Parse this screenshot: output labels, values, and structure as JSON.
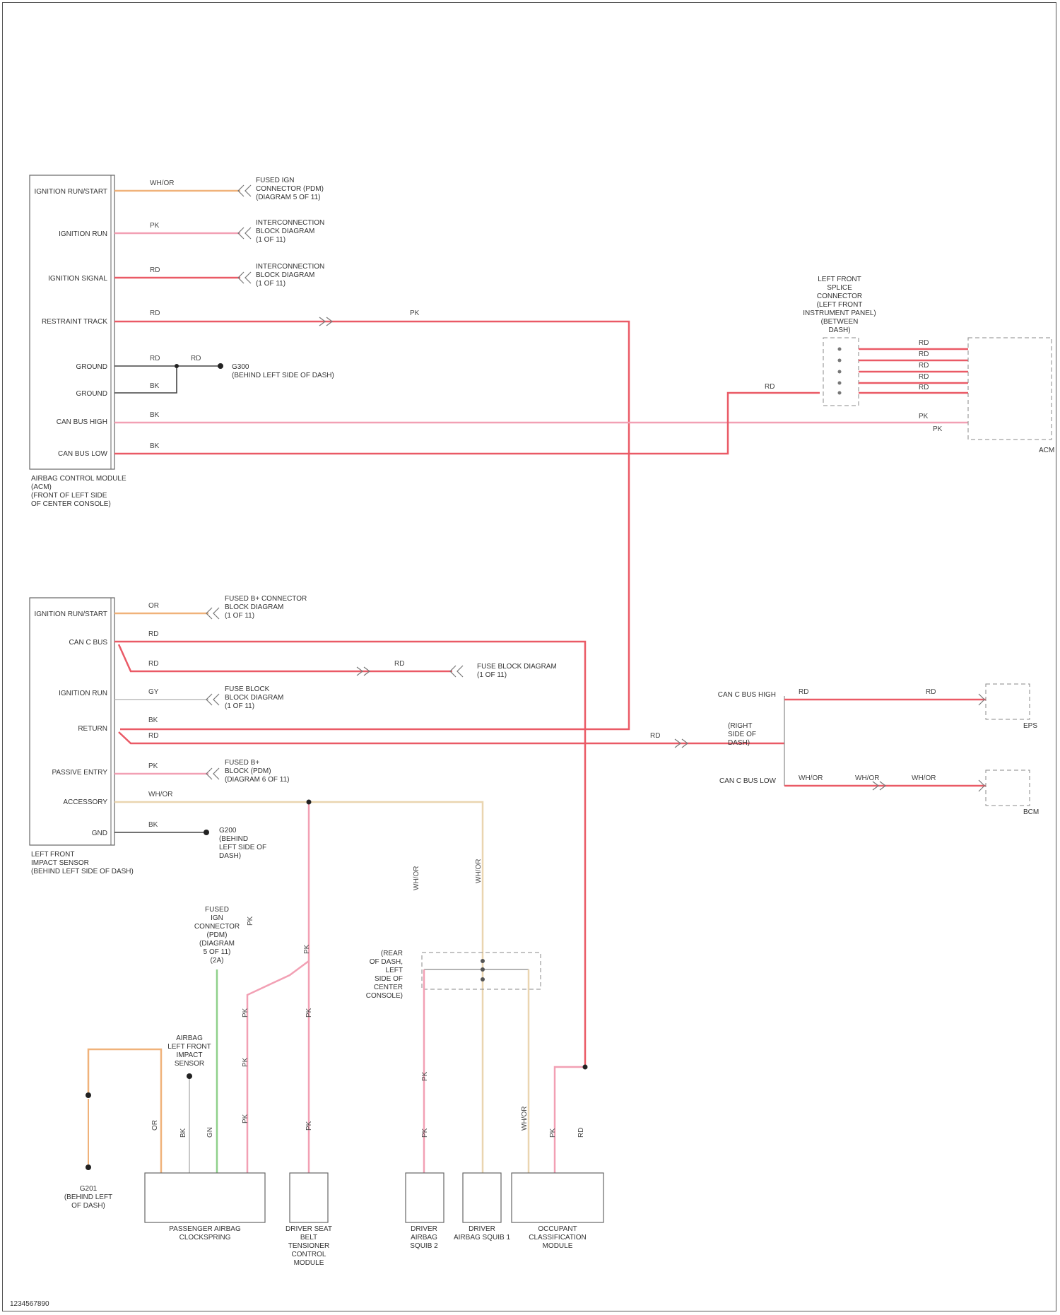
{
  "diagram": {
    "footer_code": "1234567890",
    "components": {
      "ecu_upper": {
        "caption": [
          "AIRBAG CONTROL MODULE",
          "(ACM)",
          "(FRONT OF LEFT SIDE",
          "OF CENTER CONSOLE)"
        ],
        "pins": [
          "IGNITION RUN/START",
          "IGNITION RUN",
          "IGNITION SIGNAL",
          "RESTRAINT TRACK",
          "GROUND",
          "GROUND",
          "CAN BUS HIGH",
          "CAN BUS LOW"
        ]
      },
      "ecu_lower": {
        "caption": [
          "LEFT FRONT",
          "IMPACT SENSOR",
          "(BEHIND LEFT SIDE OF DASH)"
        ],
        "pins": [
          "IGNITION RUN/START",
          "CAN C BUS",
          "IGNITION RUN",
          "RETURN",
          "PASSIVE ENTRY",
          "ACCESSORY",
          "GND"
        ]
      },
      "upper_refs": [
        [
          "FUSED IGN",
          "CONNECTOR (PDM)",
          "(DIAGRAM 5 OF 11)"
        ],
        [
          "INTERCONNECTION",
          "BLOCK DIAGRAM",
          "(1 OF 11)"
        ],
        [
          "INTERCONNECTION",
          "BLOCK DIAGRAM",
          "(1 OF 11)"
        ]
      ],
      "ground_upper": [
        "G300",
        "(BEHIND LEFT SIDE OF DASH)"
      ],
      "splice_caption": [
        "LEFT FRONT",
        "SPLICE",
        "CONNECTOR",
        "(LEFT FRONT",
        "INSTRUMENT PANEL)",
        "(BETWEEN",
        "DASH)"
      ],
      "right_module_label": "ACM",
      "lower_refs": [
        [
          "FUSED B+ CONNECTOR",
          "BLOCK DIAGRAM",
          "(1 OF 11)"
        ],
        [
          "FUSE BLOCK",
          "BLOCK DIAGRAM",
          "(1 OF 11)"
        ],
        [
          "FUSE BLOCK DIAGRAM",
          "(1 OF 11)"
        ],
        [
          "FUSED B+",
          "BLOCK (PDM)",
          "(DIAGRAM 6 OF 11)"
        ]
      ],
      "ground_lower": [
        "G200",
        "(BEHIND",
        "LEFT SIDE OF",
        "DASH)"
      ],
      "right_mid": {
        "labels": [
          "CAN C BUS HIGH",
          "CAN C BUS LOW"
        ],
        "center": [
          "(RIGHT",
          "SIDE OF",
          "DASH)"
        ],
        "modules": [
          "EPS",
          "BCM"
        ]
      },
      "bottom_refs": {
        "left_ground": [
          "G201",
          "(BEHIND LEFT",
          "OF DASH)"
        ],
        "ground_ref": [
          "AIRBAG",
          "LEFT FRONT",
          "IMPACT",
          "SENSOR"
        ],
        "connector_ref": [
          "FUSED",
          "IGN",
          "CONNECTOR",
          "(PDM)",
          "(DIAGRAM",
          "5 OF 11)",
          "(2A)"
        ],
        "inline": [
          "(REAR",
          "OF DASH,",
          "LEFT",
          "SIDE OF",
          "CENTER",
          "CONSOLE)"
        ]
      },
      "bottom_modules": [
        [
          "PASSENGER AIRBAG",
          "CLOCKSPRING"
        ],
        [
          "DRIVER SEAT",
          "BELT",
          "TENSIONER",
          "CONTROL",
          "MODULE"
        ],
        [
          "DRIVER",
          "AIRBAG",
          "SQUIB 2"
        ],
        [
          "DRIVER",
          "AIRBAG SQUIB 1"
        ],
        [
          "OCCUPANT",
          "CLASSIFICATION",
          "MODULE"
        ]
      ]
    },
    "wire_labels": {
      "upper": [
        "WH/OR",
        "PK",
        "RD",
        "RD",
        "RD",
        "BK",
        "BK",
        "BK",
        "PK",
        "RD"
      ],
      "upper_right": [
        "RD",
        "RD",
        "RD",
        "RD",
        "RD",
        "PK",
        "PK",
        "RD"
      ],
      "lower": [
        "OR",
        "RD",
        "RD",
        "RD",
        "GY",
        "BK",
        "RD",
        "PK",
        "WH/OR",
        "BK"
      ],
      "right_mid": [
        "RD",
        "RD",
        "RD",
        "WH/OR",
        "WH/OR",
        "WH/OR"
      ],
      "bottom": [
        "PK",
        "WH/OR",
        "PK",
        "PK",
        "GN",
        "BK",
        "OR",
        "PK",
        "PK",
        "PK",
        "PK",
        "WH/OR",
        "PK",
        "PK",
        "WH/OR",
        "PK",
        "RD"
      ]
    },
    "wire_colors": {
      "red": "#ea5a66",
      "pink": "#f2a0b4",
      "orange": "#f0b27a",
      "green": "#8fd08a",
      "black": "#444444",
      "cream": "#ead5b0"
    }
  }
}
